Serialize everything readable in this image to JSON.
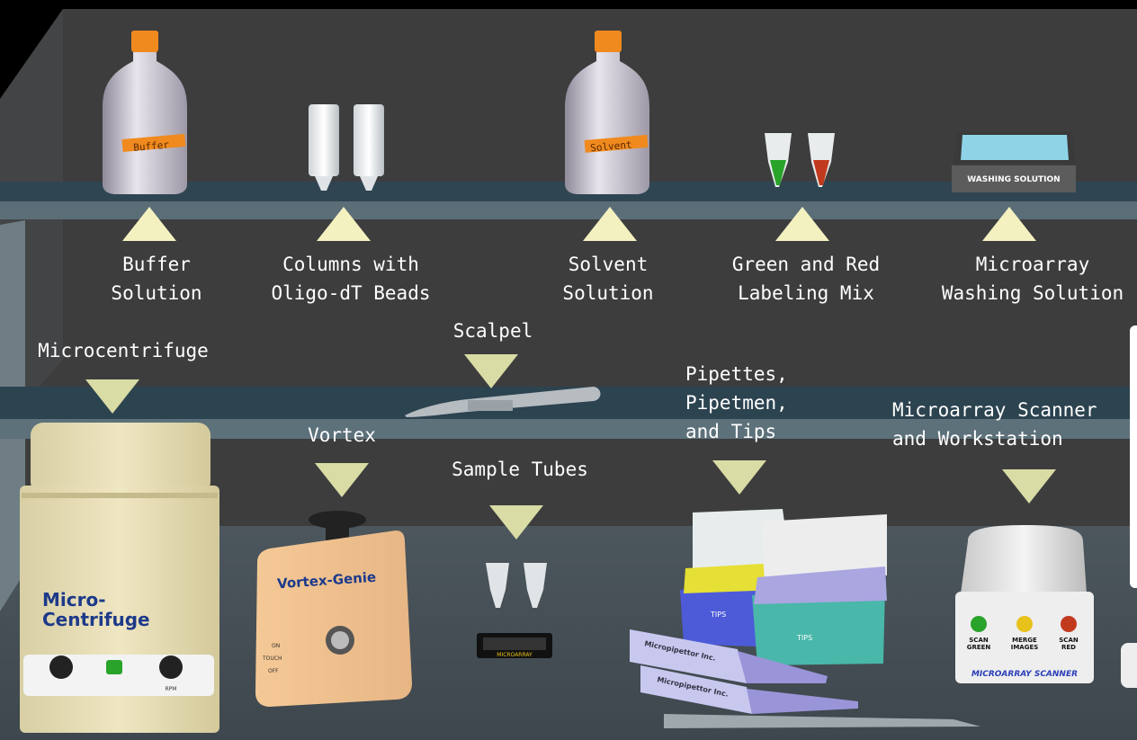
{
  "items": {
    "buffer": {
      "label": "Buffer\nSolution",
      "bottle_label": "Buffer"
    },
    "columns": {
      "label": "Columns with\nOligo-dT Beads"
    },
    "solvent": {
      "label": "Solvent\nSolution",
      "bottle_label": "Solvent"
    },
    "labeling": {
      "label": "Green and Red\nLabeling Mix"
    },
    "washing": {
      "label": "Microarray\nWashing Solution",
      "tray_text": "WASHING SOLUTION"
    },
    "microcentrifuge": {
      "label": "Microcentrifuge",
      "device_text": "Micro-\nCentrifuge",
      "rpm_text": "RPM"
    },
    "scalpel": {
      "label": "Scalpel"
    },
    "vortex": {
      "label": "Vortex",
      "device_text": "Vortex-Genie",
      "switch_on": "ON",
      "switch_touch": "TOUCH",
      "switch_off": "OFF"
    },
    "sample_tubes": {
      "label": "Sample Tubes",
      "slide_text": "MICROARRAY"
    },
    "pipettes": {
      "label": "Pipettes,\nPipetmen,\nand Tips",
      "pipette_brand": "Micropipettor Inc.",
      "tips_brand": "TIPS"
    },
    "scanner": {
      "label": "Microarray Scanner\nand Workstation",
      "device_text": "MICROARRAY SCANNER",
      "buttons": [
        "SCAN\nGREEN",
        "MERGE\nIMAGES",
        "SCAN\nRED"
      ]
    }
  },
  "colors": {
    "marker_up": "#f4f1c0",
    "marker_down": "#d9dca4",
    "bottle_cap": "#f08a1e",
    "green_led": "#2aa32a",
    "yellow_led": "#e8c21a",
    "red_led": "#c23a1e"
  }
}
